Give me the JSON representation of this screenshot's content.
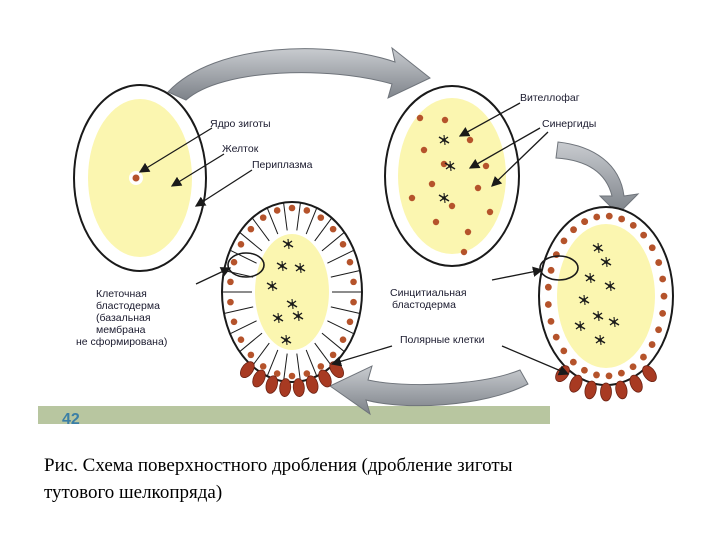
{
  "labels": {
    "zygote_nucleus": "Ядро зиготы",
    "yolk": "Желток",
    "periplasm": "Периплазма",
    "vitellophage": "Вителлофаг",
    "synergids": "Синергиды",
    "cell_blastoderm_1": "Клеточная",
    "cell_blastoderm_2": "бластодерма",
    "cell_blastoderm_3": "(базальная",
    "cell_blastoderm_4": "мембрана",
    "cell_blastoderm_5": "не сформирована)",
    "syncytial_1": "Синцитиальная",
    "syncytial_2": "бластодерма",
    "polar_cells": "Полярные клетки"
  },
  "page_number": "42",
  "caption": {
    "line1": "Рис. Схема  поверхностного дробления (дробление зиготы",
    "line2": "тутового шелкопряда)"
  },
  "colors": {
    "yolk": "#fbf6b0",
    "membrane": "#1a1a1a",
    "nucleus": "#b5532b",
    "polar": "#a83a22",
    "arrow": "#8a8f96",
    "panel": "#b8c6a0"
  }
}
